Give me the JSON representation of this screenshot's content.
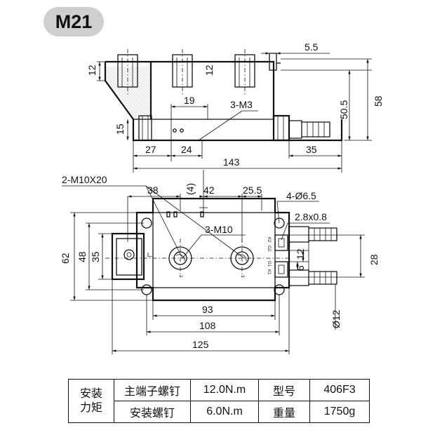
{
  "badge": "M21",
  "dims": {
    "d12a": "12",
    "d12b": "12",
    "d15": "15",
    "d19": "19",
    "d3m3": "3-M3",
    "d27": "27",
    "d24": "24",
    "d143": "143",
    "d35top": "35",
    "d55": "5.5",
    "d505": "50.5",
    "d58": "58",
    "d2m10": "2-M10X20",
    "d38": "38",
    "d4": "(4)",
    "d42": "42",
    "d255": "25.5",
    "d4phi": "4-Ø6.5",
    "d28x": "2.8x0.8",
    "d3m10": "3-M10",
    "d62": "62",
    "d48": "48",
    "d35l": "35",
    "d12r": "12",
    "d6r": "6",
    "d28r": "28",
    "d93": "93",
    "d108": "108",
    "d125": "125",
    "dphi12": "Ø12"
  },
  "pins": {
    "k2": "K2",
    "g2": "G2",
    "g1": "G1",
    "k1": "K1",
    "t2": "2",
    "t3": "3",
    "t1": "1"
  },
  "table": {
    "label_line1": "安装",
    "label_line2": "力矩",
    "r1_name": "主端子螺钉",
    "r1_value": "12.0N.m",
    "r1_key": "型号",
    "r1_val2": "406F3",
    "r2_name": "安装螺钉",
    "r2_value": "6.0N.m",
    "r2_key": "重量",
    "r2_val2": "1750g"
  }
}
